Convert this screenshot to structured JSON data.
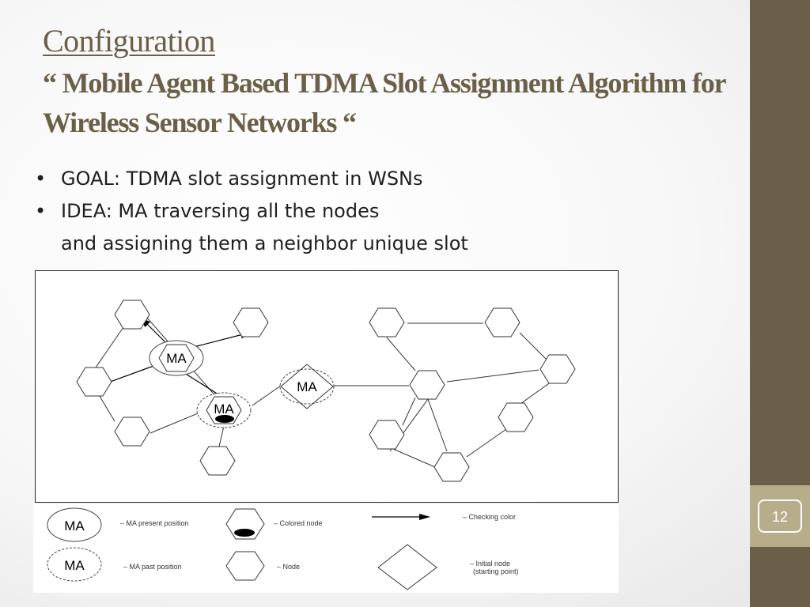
{
  "slide": {
    "title_line1": "Configuration",
    "title_line2": "“ Mobile Agent Based TDMA Slot Assignment Algorithm for Wireless Sensor Networks “",
    "page_number": "12",
    "accent_color": "#6b5f47",
    "badge_color": "#b7ad8b"
  },
  "bullets": [
    {
      "line1": "GOAL: TDMA slot assignment in WSNs"
    },
    {
      "line1": "IDEA: MA traversing all the nodes",
      "line2": "and assigning them a neighbor unique slot"
    }
  ],
  "diagram": {
    "nodes": {
      "ma_present": "MA",
      "ma_past_colored": "MA",
      "ma_initial": "MA"
    }
  },
  "legend": {
    "ma_present_symbol": "MA",
    "ma_present_label": "– MA present position",
    "ma_past_symbol": "MA",
    "ma_past_label": "– MA past position",
    "colored_node_label": "– Colored node",
    "node_label": "– Node",
    "checking_color_label": "– Checking color",
    "initial_node_label_1": "– Initial node",
    "initial_node_label_2": "(starting point)"
  }
}
